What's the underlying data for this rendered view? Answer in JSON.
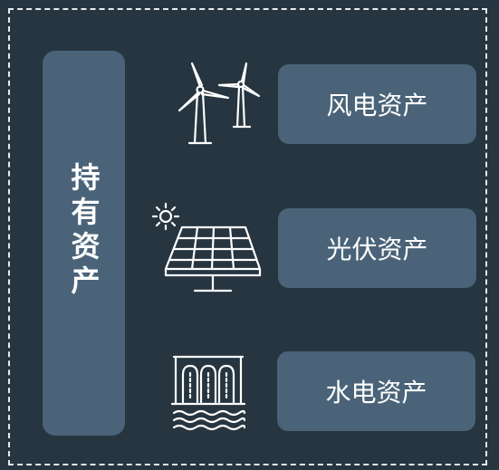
{
  "group": {
    "label": "持有资产"
  },
  "assets": [
    {
      "label": "风电资产",
      "icon": "wind-turbine-icon"
    },
    {
      "label": "光伏资产",
      "icon": "solar-panel-icon"
    },
    {
      "label": "水电资产",
      "icon": "hydro-dam-icon"
    }
  ],
  "colors": {
    "background": "#263540",
    "box": "#4a6378",
    "text": "#ffffff",
    "border": "#e6ebee"
  }
}
